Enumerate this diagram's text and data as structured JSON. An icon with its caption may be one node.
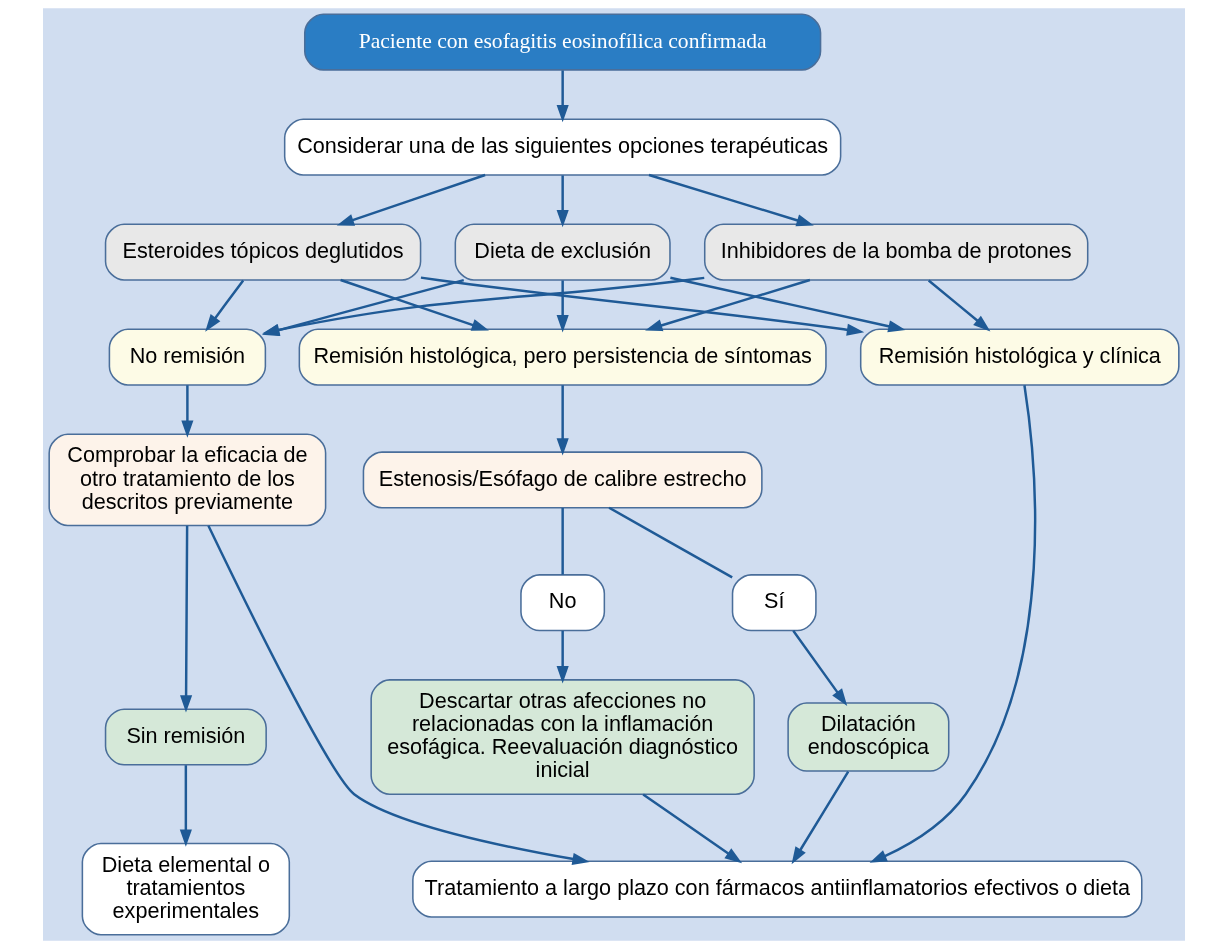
{
  "diagram": {
    "nodes": [
      {
        "text": [
          "Paciente con esofagitis eosinofílica confirmada"
        ]
      },
      {
        "text": [
          "Considerar una de las siguientes opciones terapéuticas"
        ]
      },
      {
        "text": [
          "Inhibidores de la bomba de protones"
        ]
      },
      {
        "text": [
          "Esteroides tópicos deglutidos"
        ]
      },
      {
        "text": [
          "Dieta de exclusión"
        ]
      },
      {
        "text": [
          "No remisión"
        ]
      },
      {
        "text": [
          "Remisión histológica, pero persistencia de síntomas"
        ]
      },
      {
        "text": [
          "Remisión histológica y clínica"
        ]
      },
      {
        "text": [
          "Comprobar la eficacia de otro tratamiento de los descritos previamente"
        ]
      },
      {
        "text": [
          "Estenosis/Esófago de calibre estrecho"
        ]
      },
      {
        "text": [
          "Sí"
        ]
      },
      {
        "text": [
          "No"
        ]
      },
      {
        "text": [
          "Sin remisión"
        ]
      },
      {
        "text": [
          "Dilatación endoscópica"
        ]
      },
      {
        "text": [
          "Descartar otras afecciones no relacionadas con la inflamación esofágica. Reevaluación diagnóstico inicial"
        ]
      },
      {
        "text": [
          "Dieta elemental o tratamientos experimentales"
        ]
      },
      {
        "text": [
          "Tratamiento a largo plazo con fármacos antiinflamatorios efectivos o dieta"
        ]
      }
    ],
    "edges": [
      {
        "from": 0,
        "to": 1,
        "arrow": "to"
      },
      {
        "from": 1,
        "to": 2,
        "arrow": "to"
      },
      {
        "from": 1,
        "to": 3,
        "arrow": "to"
      },
      {
        "from": 1,
        "to": 4,
        "arrow": "to"
      },
      {
        "from": 2,
        "to": 5,
        "arrow": "to"
      },
      {
        "from": 2,
        "to": 6,
        "arrow": "to"
      },
      {
        "from": 2,
        "to": 7,
        "arrow": "to"
      },
      {
        "from": 3,
        "to": 5,
        "arrow": "to"
      },
      {
        "from": 3,
        "to": 6,
        "arrow": "to"
      },
      {
        "from": 3,
        "to": 7,
        "arrow": "to"
      },
      {
        "from": 4,
        "to": 5,
        "arrow": "to"
      },
      {
        "from": 4,
        "to": 6,
        "arrow": "to"
      },
      {
        "from": 4,
        "to": 7,
        "arrow": "to"
      },
      {
        "from": 5,
        "to": 8,
        "arrow": "to"
      },
      {
        "from": 6,
        "to": 9,
        "arrow": "to"
      },
      {
        "from": 9,
        "to": 10,
        "arrow": "none"
      },
      {
        "from": 9,
        "to": 11,
        "arrow": "none"
      },
      {
        "from": 8,
        "to": 12,
        "arrow": "to"
      },
      {
        "from": 8,
        "to": 16,
        "arrow": "to"
      },
      {
        "from": 10,
        "to": 13,
        "arrow": "to"
      },
      {
        "from": 11,
        "to": 14,
        "arrow": "to"
      },
      {
        "from": 12,
        "to": 15,
        "arrow": "to"
      },
      {
        "from": 13,
        "to": 16,
        "arrow": "to"
      },
      {
        "from": 14,
        "to": 16,
        "arrow": "to"
      },
      {
        "from": 7,
        "to": 16,
        "arrow": "to"
      }
    ]
  }
}
